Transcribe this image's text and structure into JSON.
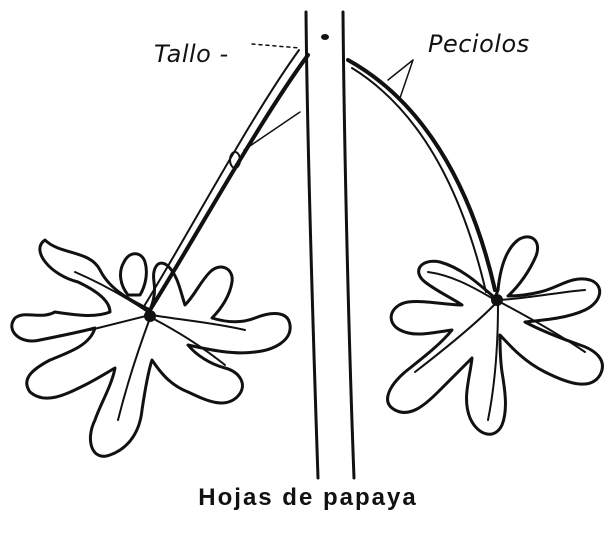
{
  "labels": {
    "stem": "Tallo",
    "petioles": "Peciolos"
  },
  "caption": "Hojas de papaya",
  "colors": {
    "ink": "#111111",
    "background": "#ffffff"
  }
}
